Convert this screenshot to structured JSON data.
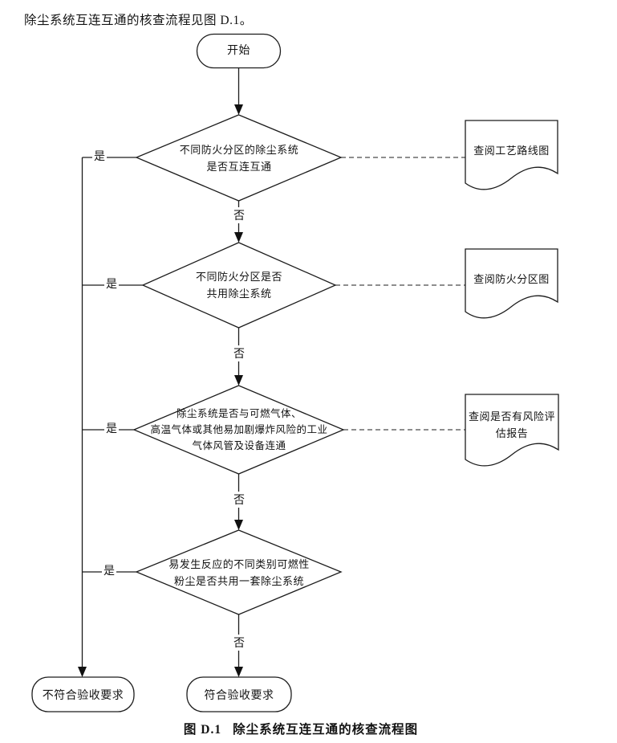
{
  "intro": {
    "text": "除尘系统互连互通的核查流程见图 D.1。"
  },
  "flowchart": {
    "start_label": "开始",
    "yes_label": "是",
    "no_label": "否",
    "decision1": {
      "lines": [
        "不同防火分区的除尘系统",
        "是否互连互通"
      ]
    },
    "decision2": {
      "lines": [
        "不同防火分区是否",
        "共用除尘系统"
      ]
    },
    "decision3": {
      "lines": [
        "除尘系统是否与可燃气体、",
        "高温气体或其他易加剧爆炸风险的工业",
        "气体风管及设备连通"
      ]
    },
    "decision4": {
      "lines": [
        "易发生反应的不同类别可燃性",
        "粉尘是否共用一套除尘系统"
      ]
    },
    "doc1": {
      "label": "查阅工艺路线图"
    },
    "doc2": {
      "label": "查阅防火分区图"
    },
    "doc3": {
      "lines": [
        "查阅是否有风险评",
        "估报告"
      ]
    },
    "terminal_fail": {
      "label": "不符合验收要求"
    },
    "terminal_pass": {
      "label": "符合验收要求"
    }
  },
  "caption": {
    "prefix": "图 D.1",
    "title": "除尘系统互连互通的核查流程图"
  },
  "colors": {
    "line": "#1c1c1c",
    "dashed_line": "#4a4a4a",
    "background": "#ffffff"
  }
}
